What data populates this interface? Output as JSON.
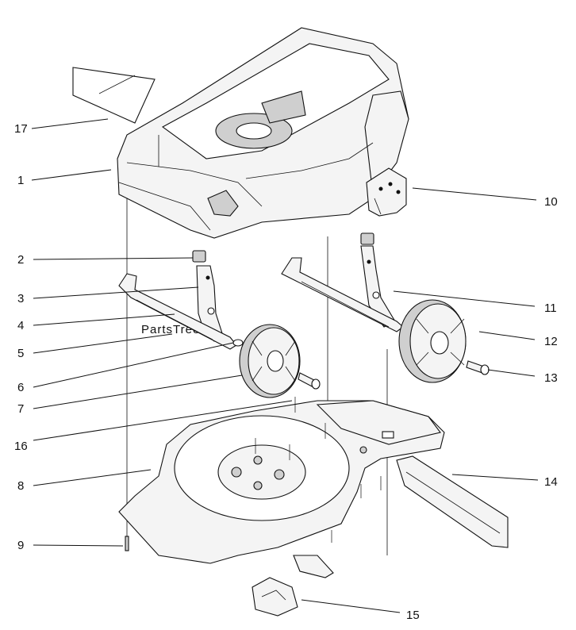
{
  "watermark": "PartsTree",
  "callouts": [
    {
      "id": "17",
      "label": "17"
    },
    {
      "id": "1",
      "label": "1"
    },
    {
      "id": "10",
      "label": "10"
    },
    {
      "id": "2",
      "label": "2"
    },
    {
      "id": "3",
      "label": "3"
    },
    {
      "id": "4",
      "label": "4"
    },
    {
      "id": "5",
      "label": "5"
    },
    {
      "id": "6",
      "label": "6"
    },
    {
      "id": "7",
      "label": "7"
    },
    {
      "id": "16",
      "label": "16"
    },
    {
      "id": "8",
      "label": "8"
    },
    {
      "id": "9",
      "label": "9"
    },
    {
      "id": "11",
      "label": "11"
    },
    {
      "id": "12",
      "label": "12"
    },
    {
      "id": "13",
      "label": "13"
    },
    {
      "id": "14",
      "label": "14"
    },
    {
      "id": "15",
      "label": "15"
    }
  ]
}
